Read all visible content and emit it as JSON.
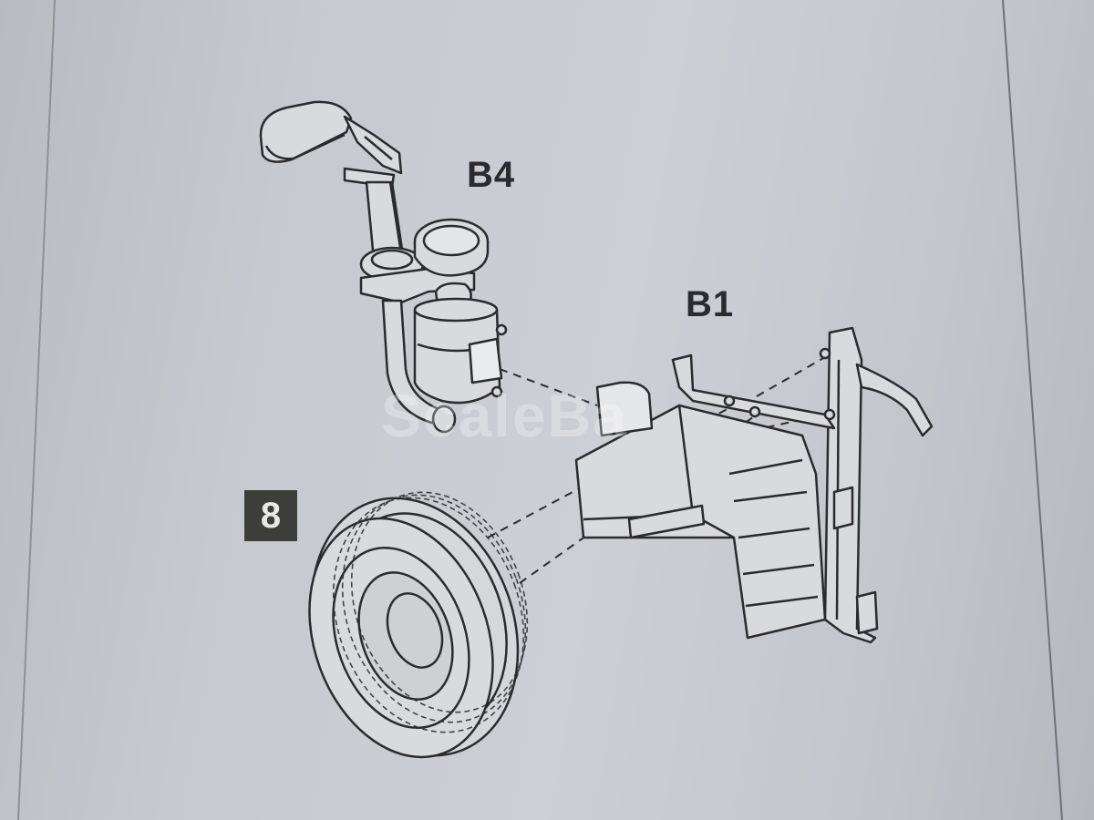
{
  "labels": {
    "part_b4": "B4",
    "part_b1": "B1",
    "step_number": "8"
  },
  "watermark": "ScaleBa",
  "colors": {
    "paper": "#c9cbd2",
    "ink": "#2b2b2e",
    "step_badge": "#3d3d3a",
    "part_fill": "#d9dade"
  }
}
